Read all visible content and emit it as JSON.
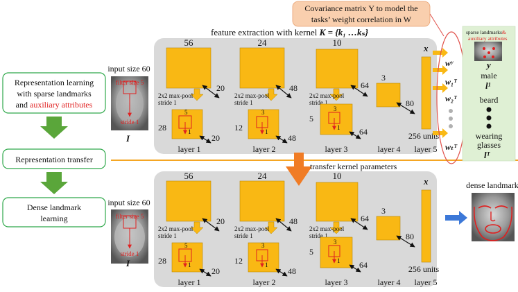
{
  "stages": {
    "representation": {
      "line1": "Representation learning",
      "line2": "with sparse landmarks",
      "line3_prefix": "and ",
      "line3_highlight": "auxiliary attributes"
    },
    "transfer": "Representation transfer",
    "dense": {
      "line1": "Dense landmark",
      "line2": "learning"
    }
  },
  "input": {
    "label": "input size 60",
    "filter_label": "filter size 5",
    "stride_label": "stride 1",
    "symbol": "I"
  },
  "top_title": {
    "text": "feature extraction with kernel ",
    "formula": "K = {k₁ …kₛ}"
  },
  "covariance_note": {
    "line1": "Covariance matrix Υ to model the",
    "line2": "tasks’ weight correlation in W"
  },
  "transfer_label": "transfer kernel parameters",
  "layers": {
    "l1": {
      "size": "56",
      "map": "28",
      "kernel": "5",
      "step": "1",
      "depth_top": "20",
      "depth_bottom": "20",
      "name": "layer 1"
    },
    "l2": {
      "size": "24",
      "map": "12",
      "kernel": "3",
      "step": "1",
      "depth_top": "48",
      "depth_bottom": "48",
      "name": "layer 2"
    },
    "l3": {
      "size": "10",
      "map": "5",
      "kernel": "3",
      "step": "1",
      "depth_top": "64",
      "depth_bottom": "64",
      "name": "layer 3"
    },
    "l4": {
      "size": "3",
      "depth": "80",
      "name": "layer 4"
    },
    "l5": {
      "symbol": "x",
      "units": "256 units",
      "name": "layer 5"
    }
  },
  "pool_label": {
    "line1": "2x2 max-pool",
    "line2": "stride 1"
  },
  "weights": [
    "wʸ",
    "w₁ᵀ",
    "w₂ᵀ",
    "wₜᵀ"
  ],
  "tasks": {
    "header_prefix": "sparse landmarks",
    "header_amp": "&",
    "header_highlight": "auxiliary  attributes",
    "y": "y",
    "male": "male",
    "l1": "l¹",
    "beard": "beard",
    "wearing": "wearing",
    "glasses": "glasses",
    "lT": "lᵀ"
  },
  "dense_output": {
    "label": "dense landmark"
  },
  "colors": {
    "layer_fill": "#f9b814",
    "layer_stroke": "#b88500",
    "panel": "#d9d9d9",
    "stage_border": "#2ea84a",
    "stage_arrow": "#5aa63a",
    "transfer_arrow": "#f07c25",
    "orange_line": "#f5a623",
    "note_fill": "#f9cfae",
    "task_panel": "#dff0d4",
    "highlight": "#e02020",
    "output_arrow": "#3c78d8"
  }
}
